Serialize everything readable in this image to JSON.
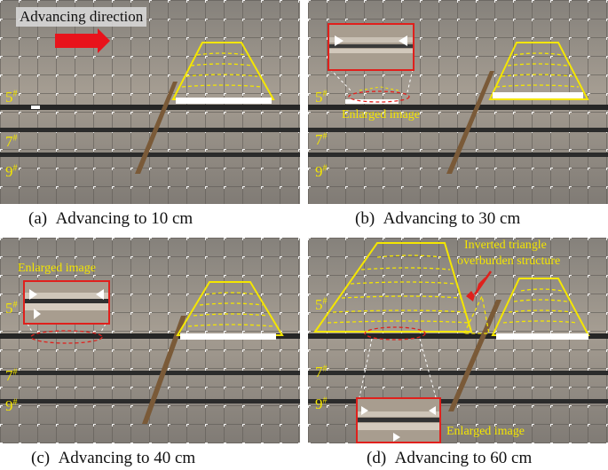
{
  "panels": [
    {
      "id": "a",
      "caption": "(a) Advancing to 10 cm",
      "direction_label": "Advancing direction",
      "seams": [
        "5",
        "7",
        "9"
      ]
    },
    {
      "id": "b",
      "caption": "(b) Advancing to 30 cm",
      "inset_label": "Enlarged image",
      "seams": [
        "5",
        "7",
        "9"
      ]
    },
    {
      "id": "c",
      "caption": "(c) Advancing to 40 cm",
      "inset_label": "Enlarged image",
      "seams": [
        "5",
        "7",
        "9"
      ]
    },
    {
      "id": "d",
      "caption": "(d) Advancing to 60 cm",
      "inset_label": "Enlarged image",
      "annotation_line1": "Inverted triangle",
      "annotation_line2": "overburden structure",
      "seams": [
        "5",
        "7",
        "9"
      ]
    }
  ],
  "seam_symbol": "#",
  "colors": {
    "annotation": "#f4e600",
    "highlight": "#e0201c",
    "model_bg": "#8f8a82"
  }
}
